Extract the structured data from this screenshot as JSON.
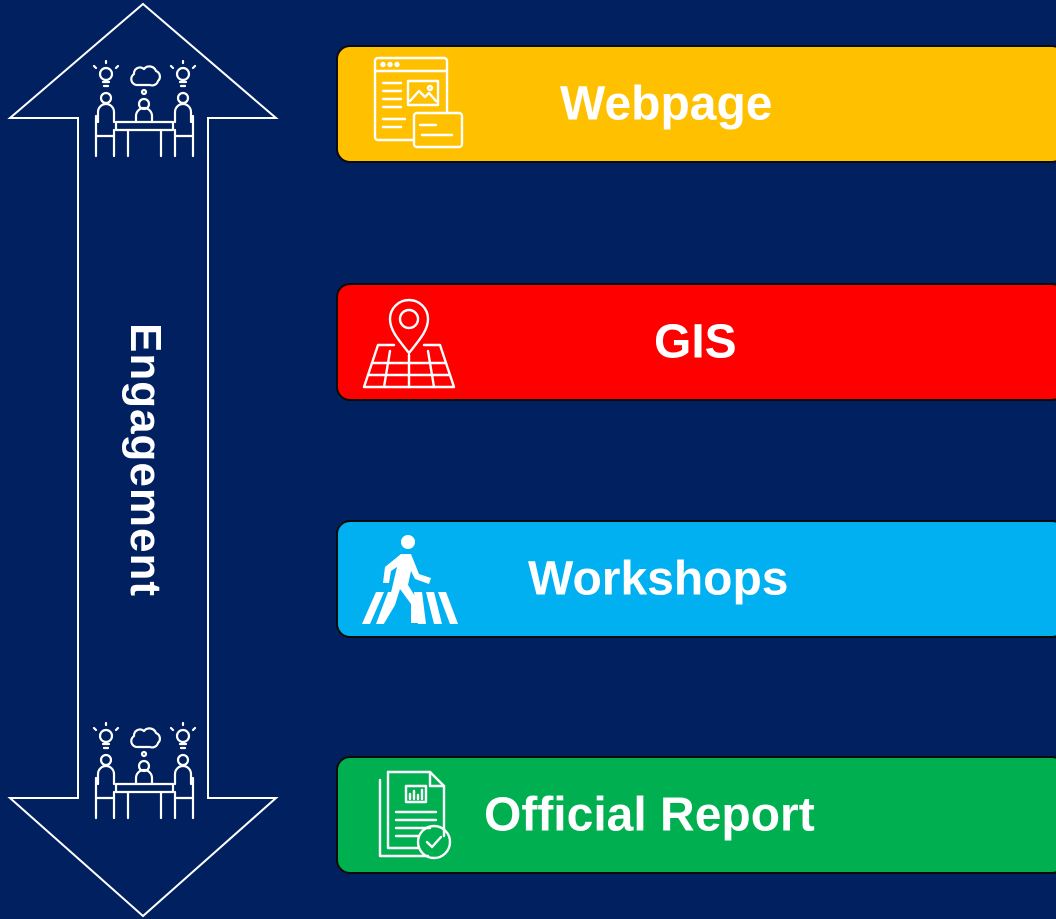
{
  "axis": {
    "label": "Engagement"
  },
  "items": [
    {
      "label": "Webpage",
      "color": "#FFC000",
      "icon": "webpage-icon"
    },
    {
      "label": "GIS",
      "color": "#FF0000",
      "icon": "map-pin-icon"
    },
    {
      "label": "Workshops",
      "color": "#00B0F0",
      "icon": "pedestrian-crossing-icon"
    },
    {
      "label": "Official Report",
      "color": "#00B050",
      "icon": "report-document-icon"
    }
  ],
  "decor": {
    "top_icon": "meeting-people-icon",
    "bottom_icon": "meeting-people-icon"
  }
}
